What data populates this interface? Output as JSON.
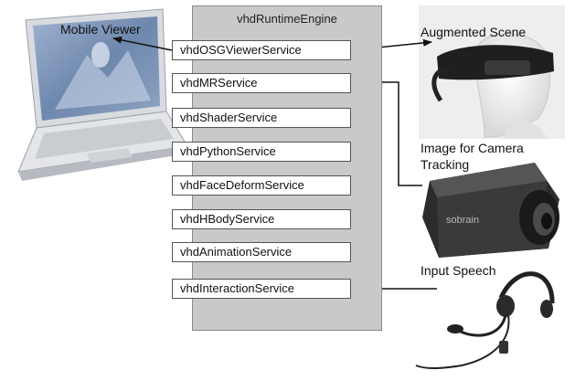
{
  "engine": {
    "title": "vhdRuntimeEngine"
  },
  "services": [
    "vhdOSGViewerService",
    "vhdMRService",
    "vhdShaderService",
    "vhdPythonService",
    "vhdFaceDeformService",
    "vhdHBodyService",
    "vhdAnimationService",
    "vhdInteractionService"
  ],
  "labels": {
    "mobile_viewer": "Mobile Viewer",
    "augmented_scene": "Augmented Scene",
    "camera_line1": "Image for Camera",
    "camera_line2": "Tracking",
    "input_speech": "Input Speech"
  },
  "camera_brand": "sobrain",
  "colors": {
    "engine_fill": "#c9c9c9",
    "arrow": "#111111",
    "box_border": "#555555"
  }
}
